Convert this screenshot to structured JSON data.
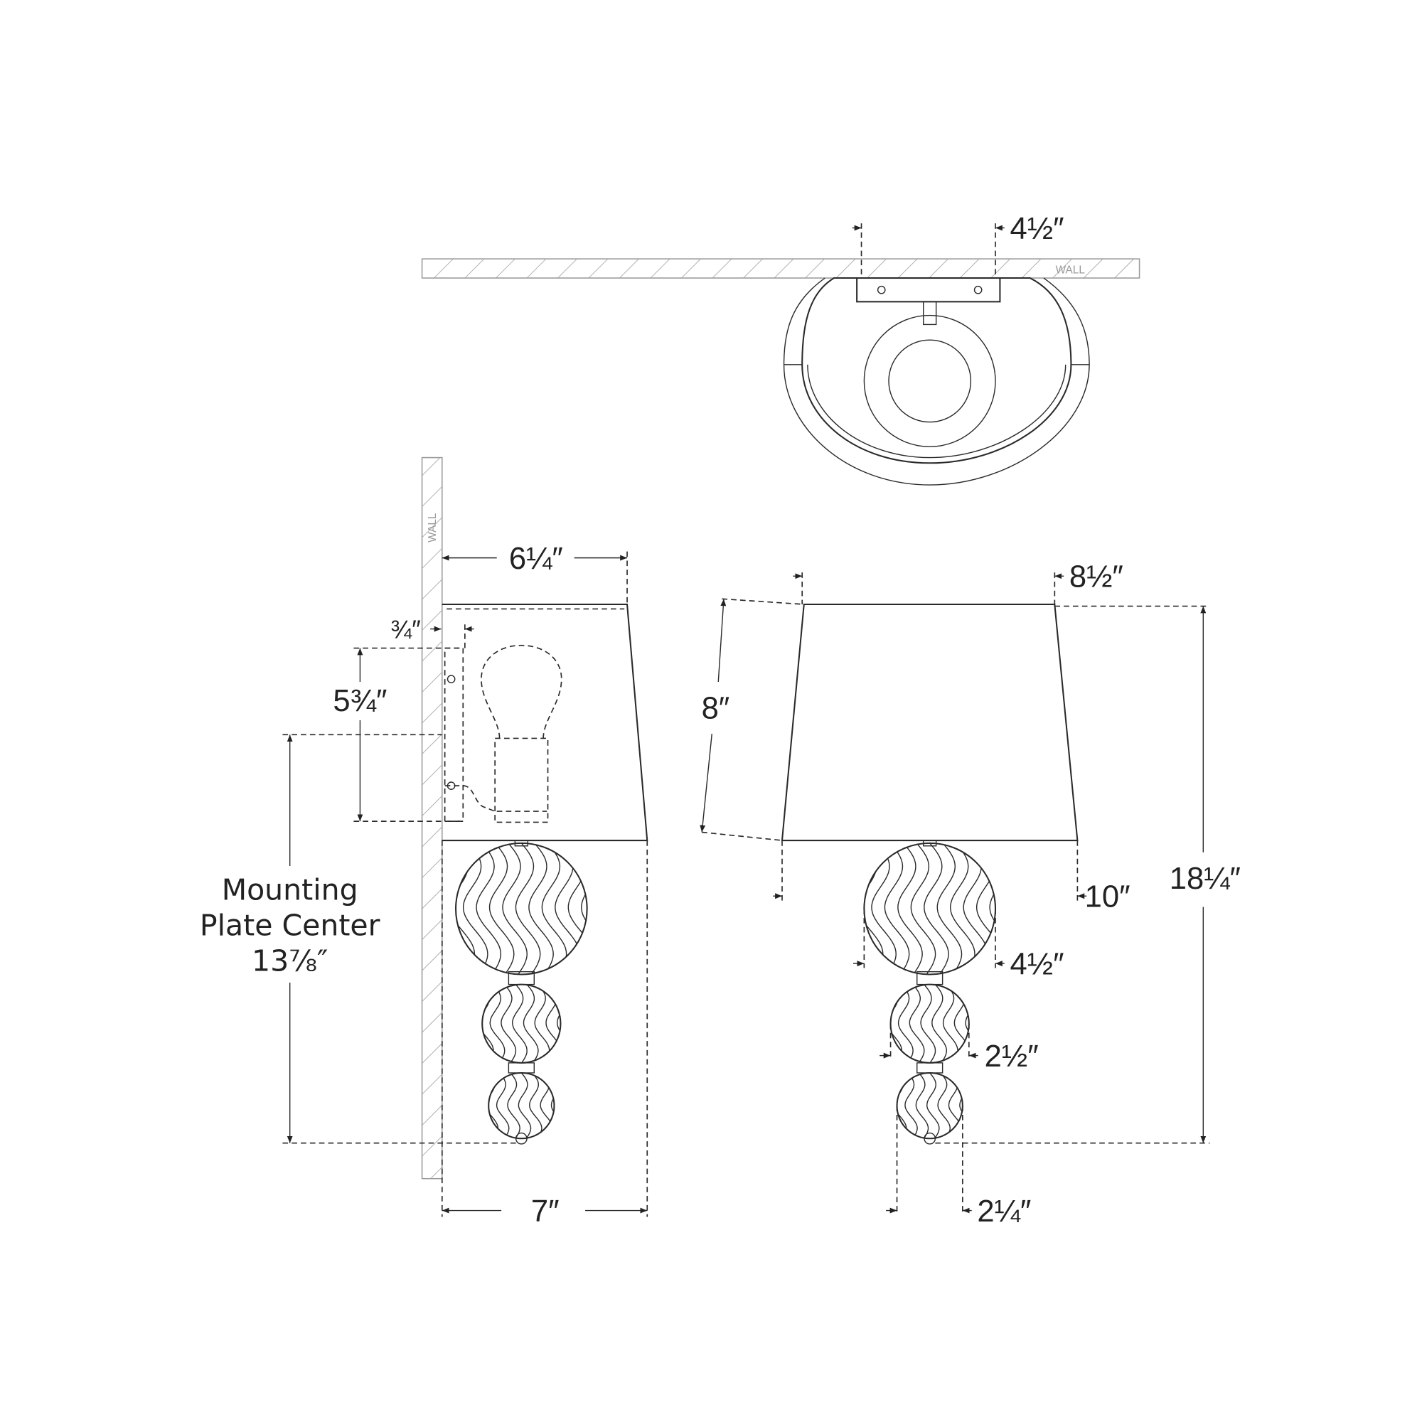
{
  "top_view": {
    "wall_label": "WALL",
    "backplate_width": "4½″"
  },
  "side_view": {
    "wall_label": "WALL",
    "shade_top_projection": "6¼″",
    "overall_projection": "7″",
    "backplate_depth": "¾″",
    "backplate_height": "5¾″",
    "mounting_label_line1": "Mounting",
    "mounting_label_line2": "Plate Center",
    "mounting_value": "13⅞″"
  },
  "front_view": {
    "shade_top_width": "8½″",
    "shade_height": "8″",
    "shade_bottom_width": "10″",
    "overall_height": "18¼″",
    "large_ball": "4½″",
    "medium_ball": "2½″",
    "small_ball": "2¼″"
  }
}
